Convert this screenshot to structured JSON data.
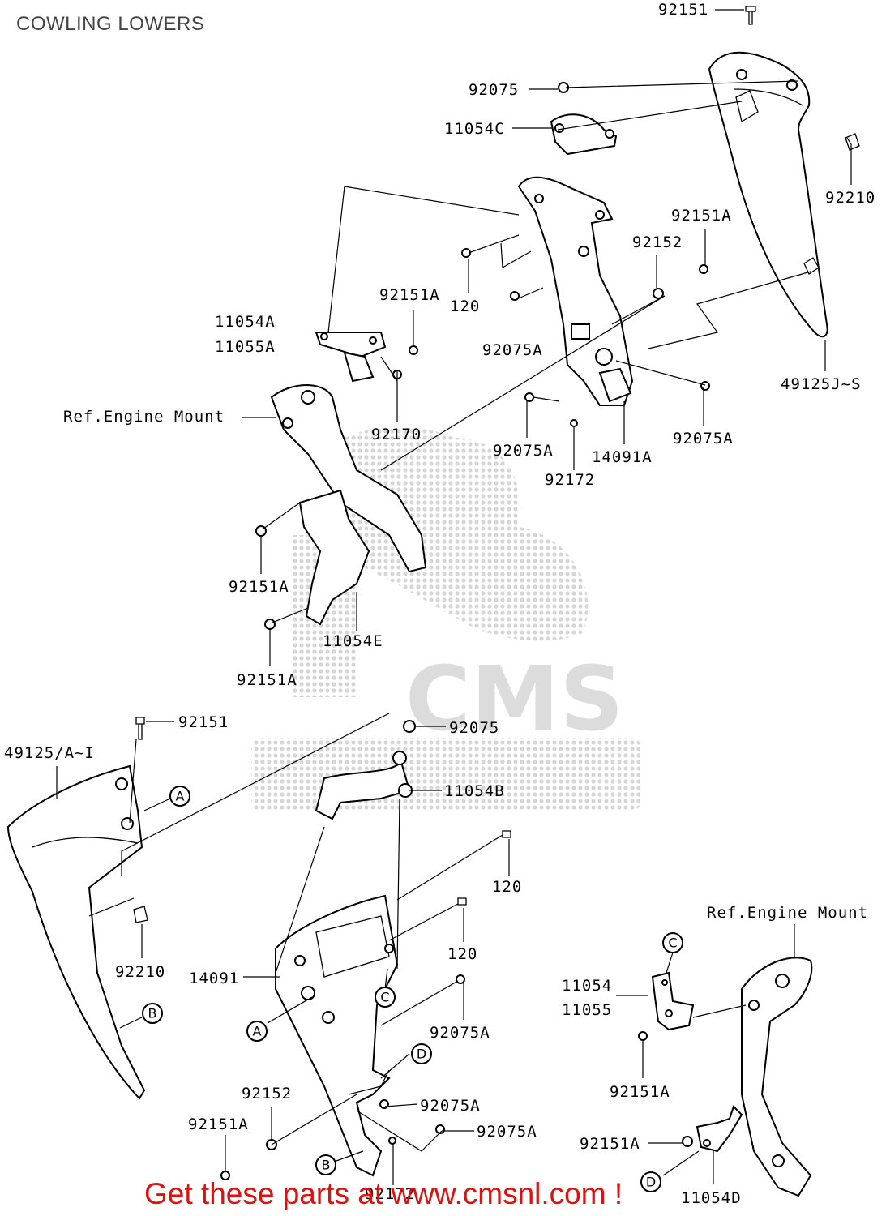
{
  "title": "COWLING LOWERS",
  "footer": "Get these parts at www.cmsnl.com !",
  "watermark": "CMS",
  "part_labels": [
    {
      "id": "p1",
      "text": "92151"
    },
    {
      "id": "p2",
      "text": "92075"
    },
    {
      "id": "p3",
      "text": "11054C"
    },
    {
      "id": "p4",
      "text": "92210"
    },
    {
      "id": "p5",
      "text": "92151A"
    },
    {
      "id": "p6",
      "text": "92152"
    },
    {
      "id": "p7",
      "text": "92151A"
    },
    {
      "id": "p8",
      "text": "120"
    },
    {
      "id": "p9",
      "text": "11054A"
    },
    {
      "id": "p10",
      "text": "11055A"
    },
    {
      "id": "p11",
      "text": "92075A"
    },
    {
      "id": "p12",
      "text": "49125J~S"
    },
    {
      "id": "p13",
      "text": "92170"
    },
    {
      "id": "p14",
      "text": "92075A"
    },
    {
      "id": "p15",
      "text": "14091A"
    },
    {
      "id": "p16",
      "text": "92075A"
    },
    {
      "id": "p17",
      "text": "92172"
    },
    {
      "id": "p18",
      "text": "92151A"
    },
    {
      "id": "p19",
      "text": "11054E"
    },
    {
      "id": "p20",
      "text": "92151A"
    },
    {
      "id": "p21",
      "text": "92151"
    },
    {
      "id": "p22",
      "text": "92075"
    },
    {
      "id": "p23",
      "text": "49125/A~I"
    },
    {
      "id": "p24",
      "text": "11054B"
    },
    {
      "id": "p25",
      "text": "120"
    },
    {
      "id": "p26",
      "text": "120"
    },
    {
      "id": "p27",
      "text": "92210"
    },
    {
      "id": "p28",
      "text": "14091"
    },
    {
      "id": "p29",
      "text": "11054"
    },
    {
      "id": "p30",
      "text": "11055"
    },
    {
      "id": "p31",
      "text": "92075A"
    },
    {
      "id": "p32",
      "text": "92151A"
    },
    {
      "id": "p33",
      "text": "92152"
    },
    {
      "id": "p34",
      "text": "92075A"
    },
    {
      "id": "p35",
      "text": "92151A"
    },
    {
      "id": "p36",
      "text": "92075A"
    },
    {
      "id": "p37",
      "text": "92151A"
    },
    {
      "id": "p38",
      "text": "92172"
    },
    {
      "id": "p39",
      "text": "11054D"
    }
  ],
  "ref_labels": [
    {
      "id": "r1",
      "text": "Ref.Engine Mount"
    },
    {
      "id": "r2",
      "text": "Ref.Engine Mount"
    }
  ],
  "callouts": [
    {
      "id": "c1",
      "text": "A"
    },
    {
      "id": "c2",
      "text": "B"
    },
    {
      "id": "c3",
      "text": "C"
    },
    {
      "id": "c4",
      "text": "A"
    },
    {
      "id": "c5",
      "text": "D"
    },
    {
      "id": "c6",
      "text": "B"
    },
    {
      "id": "c7",
      "text": "C"
    },
    {
      "id": "c8",
      "text": "D"
    }
  ]
}
